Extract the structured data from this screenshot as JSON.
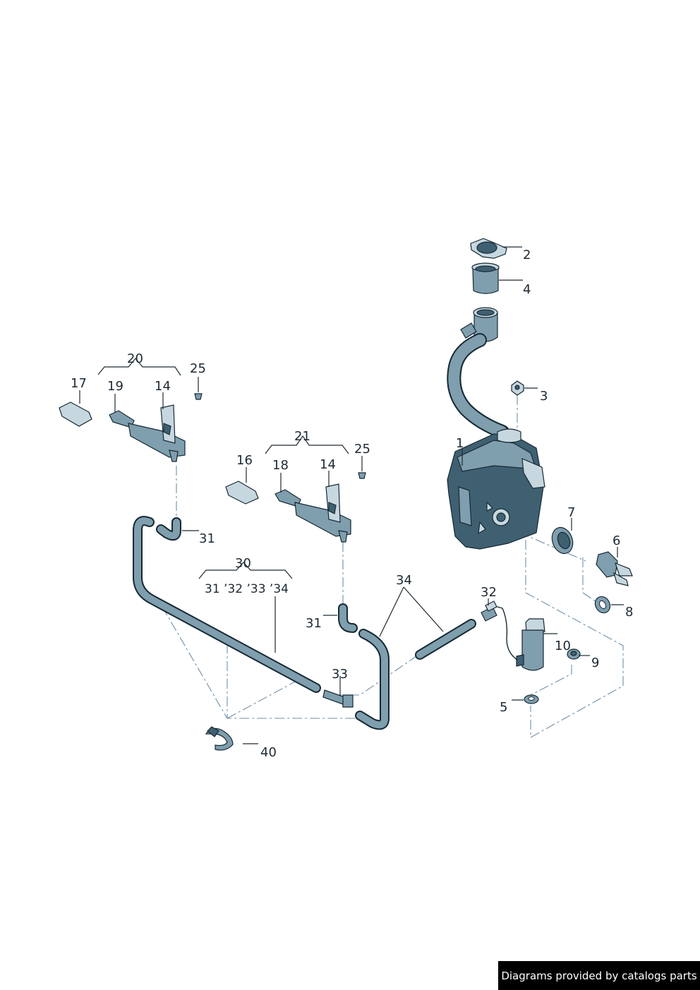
{
  "labels": {
    "n1": "1",
    "n2": "2",
    "n3": "3",
    "n4": "4",
    "n5": "5",
    "n6": "6",
    "n7": "7",
    "n8": "8",
    "n9": "9",
    "n10": "10",
    "n14a": "14",
    "n14b": "14",
    "n16": "16",
    "n17": "17",
    "n18": "18",
    "n19": "19",
    "n20": "20",
    "n21": "21",
    "n25a": "25",
    "n25b": "25",
    "n30": "30",
    "n31a": "31",
    "n31b": "31",
    "n32": "32",
    "n33": "33",
    "n34": "34",
    "n40": "40",
    "group30": "31 ’32 ’33 ’34"
  },
  "footer": {
    "text": "Diagrams provided by catalogs parts"
  },
  "colors": {
    "part": "#3f6071",
    "part_light": "#c7d7df",
    "dash": "#6e8fa6",
    "text": "#1d2a33"
  }
}
